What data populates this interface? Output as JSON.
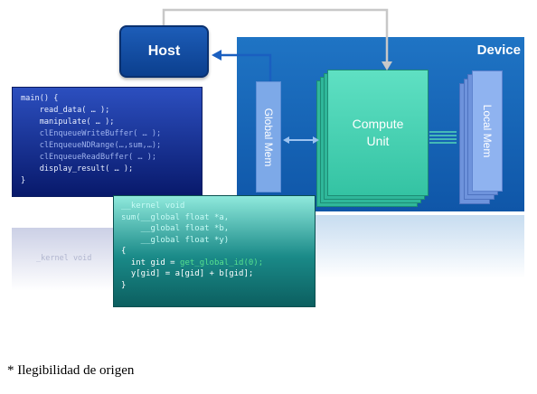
{
  "diagram": {
    "device_label": "Device",
    "host_label": "Host",
    "global_mem_label": "Global Mem",
    "compute_unit_line1": "Compute",
    "compute_unit_line2": "Unit",
    "local_mem_label": "Local Mem"
  },
  "host_code": {
    "lines": [
      "main() {",
      "    read_data( … );",
      "    manipulate( … );",
      "    clEnqueueWriteBuffer( … );",
      "    clEnqueueNDRange(…,sum,…);",
      "    clEnqueueReadBuffer( … );",
      "    display_result( … );",
      "}"
    ]
  },
  "kernel_code": {
    "lines": [
      "__kernel void",
      "sum(__global float *a,",
      "    __global float *b,",
      "    __global float *y)",
      "{",
      "  int gid = ",
      "  y[gid] = a[gid] + b[gid];",
      "}"
    ],
    "gid_call": "get_global_id(0);"
  },
  "reflection_text": "_kernel void",
  "caption": "* Ilegibilidad de origen",
  "colors": {
    "device_blue": "#1366b7",
    "host_navy": "#0b3f8e",
    "compute_teal": "#34c3a3",
    "global_mem_blue": "#7da9e8",
    "local_mem_blue": "#8fb3f0",
    "arrow_gray": "#c8c8c8",
    "arrow_blue": "#1a5fc0"
  }
}
